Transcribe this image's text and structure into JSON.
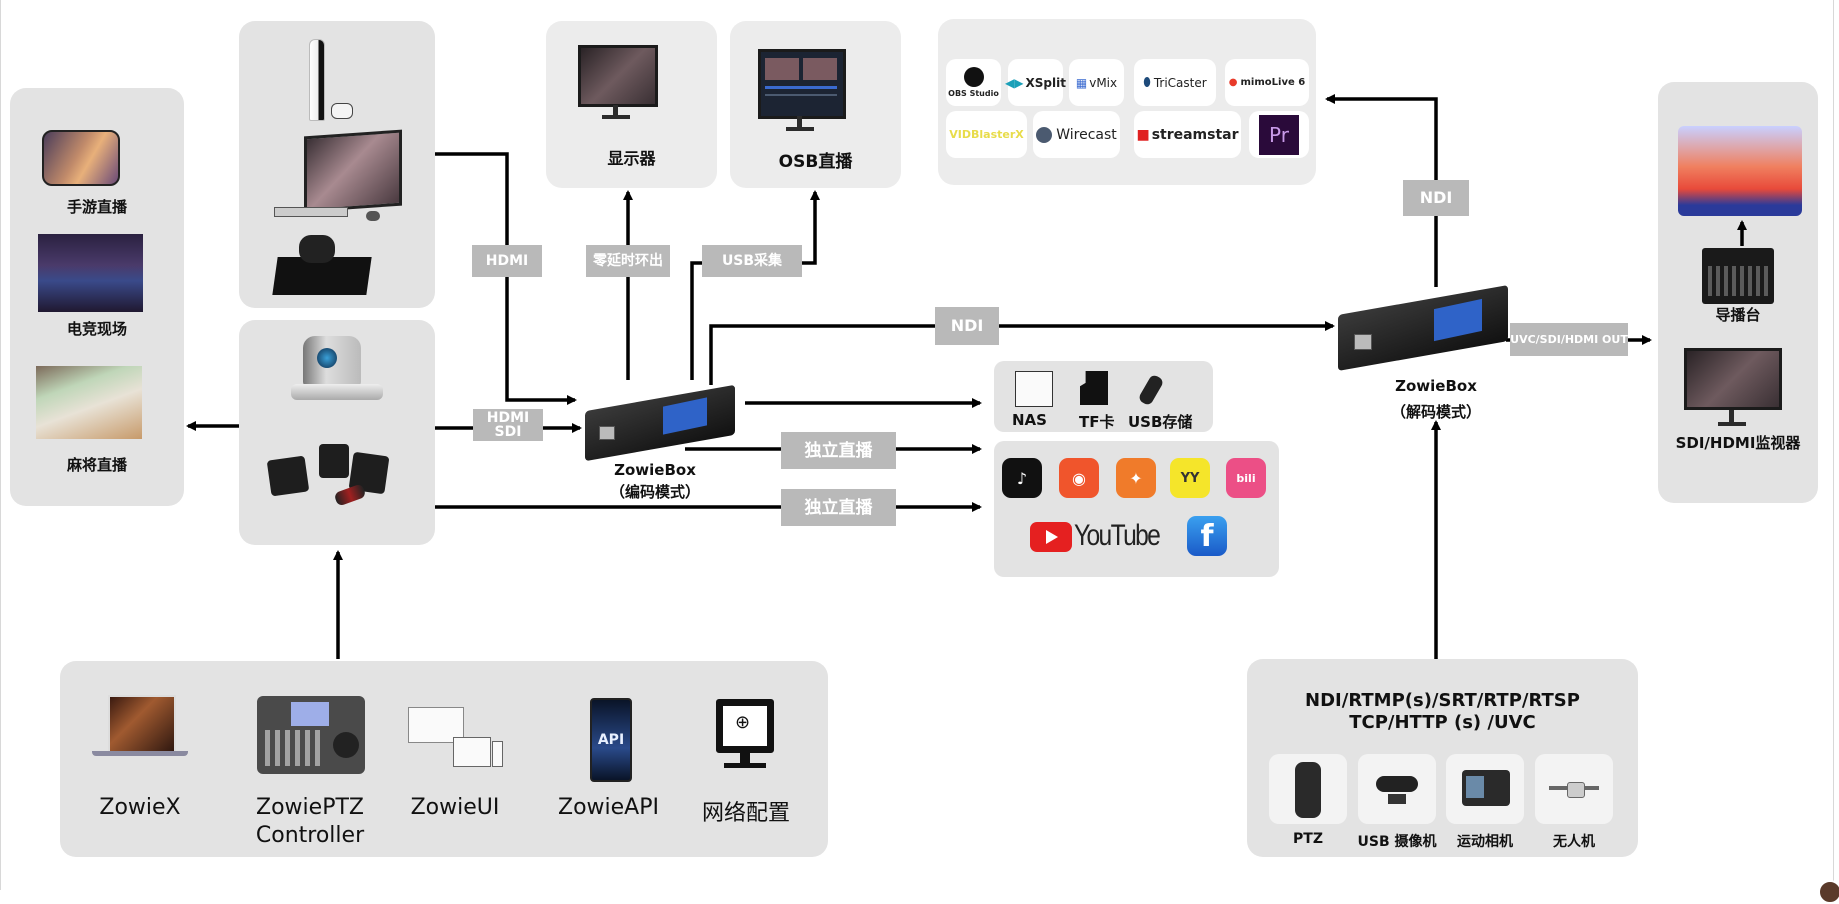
{
  "scenarios": {
    "items": [
      {
        "label": "手游直播"
      },
      {
        "label": "电竞现场"
      },
      {
        "label": "麻将直播"
      }
    ]
  },
  "sources": {
    "top_group": [
      "PS5 console",
      "PC gaming setup",
      "Xbox console"
    ],
    "bottom_group": [
      "4K PTZ camera",
      "box cameras"
    ]
  },
  "outputs_top": {
    "monitor": {
      "label": "显示器"
    },
    "osb": {
      "label": "OSB直播"
    }
  },
  "software": {
    "items": [
      {
        "label": "OBS Studio"
      },
      {
        "label": "XSplit"
      },
      {
        "label": "vMix"
      },
      {
        "label": "TriCaster"
      },
      {
        "label": "mimoLive 6"
      },
      {
        "label": "VIDBlasterX"
      },
      {
        "label": "Wirecast"
      },
      {
        "label": "streamstar"
      },
      {
        "label": "Pr"
      }
    ]
  },
  "connectors": {
    "hdmi": "HDMI",
    "zero_latency": "零延时环出",
    "usb_capture": "USB采集",
    "ndi_main": "NDI",
    "ndi_up": "NDI",
    "hdmi_sdi_line1": "HDMI",
    "hdmi_sdi_line2": "SDI",
    "standalone_stream_1": "独立直播",
    "standalone_stream_2": "独立直播",
    "out": "UVC/SDI/HDMI OUT"
  },
  "encoder": {
    "name": "ZowieBox",
    "mode": "（编码模式）"
  },
  "decoder": {
    "name": "ZowieBox",
    "mode": "（解码模式）"
  },
  "storage": {
    "items": [
      {
        "label": "NAS"
      },
      {
        "label": "TF卡"
      },
      {
        "label": "USB存储"
      }
    ]
  },
  "platforms": {
    "row1": [
      {
        "name": "douyin",
        "glyph": "♪",
        "color": "#111111"
      },
      {
        "name": "kuaishou",
        "glyph": "◉",
        "color": "#f0552c"
      },
      {
        "name": "huya",
        "glyph": "✦",
        "color": "#f07b2a"
      },
      {
        "name": "yy",
        "glyph": "YY",
        "color": "#f5e52a"
      },
      {
        "name": "bilibili",
        "glyph": "bili",
        "color": "#ec4f86"
      }
    ],
    "youtube": "YouTube",
    "facebook": "f"
  },
  "right_outputs": {
    "switcher": {
      "label": "导播台"
    },
    "monitor": {
      "label": "SDI/HDMI监视器"
    }
  },
  "control": {
    "items": [
      {
        "label": "ZowieX",
        "label2": ""
      },
      {
        "label": "ZowiePTZ",
        "label2": "Controller"
      },
      {
        "label": "ZowieUI",
        "label2": ""
      },
      {
        "label": "ZowieAPI",
        "label2": ""
      },
      {
        "label": "网络配置",
        "label2": ""
      }
    ],
    "api_text": "API"
  },
  "inputs": {
    "protocols_line1": "NDI/RTMP(s)/SRT/RTP/RTSP",
    "protocols_line2": "TCP/HTTP (s) /UVC",
    "items": [
      {
        "label": "PTZ"
      },
      {
        "label": "USB 摄像机"
      },
      {
        "label": "运动相机"
      },
      {
        "label": "无人机"
      }
    ]
  },
  "colors": {
    "panel": "#e3e3e3",
    "tag": "#b9b9b9",
    "wire": "#000000",
    "lcd": "#2f63c8"
  }
}
